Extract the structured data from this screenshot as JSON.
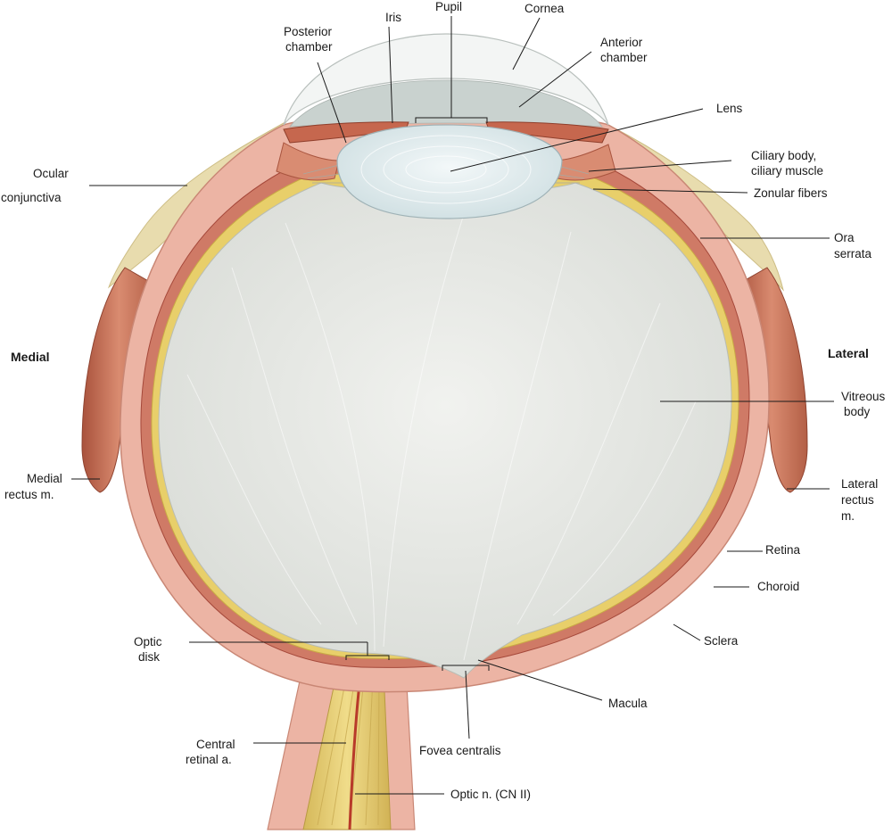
{
  "orientation": {
    "medial": "Medial",
    "lateral": "Lateral"
  },
  "labels": {
    "pupil": "Pupil",
    "iris": "Iris",
    "cornea": "Cornea",
    "posterior_chamber": [
      "Posterior",
      "chamber"
    ],
    "anterior_chamber": [
      "Anterior",
      "chamber"
    ],
    "lens": "Lens",
    "ciliary_body": [
      "Ciliary body,",
      "ciliary muscle"
    ],
    "zonular_fibers": "Zonular fibers",
    "ocular_conjunctiva": [
      "Ocular",
      "conjunctiva"
    ],
    "ora_serrata": [
      "Ora",
      "serrata"
    ],
    "vitreous_body": [
      "Vitreous",
      "body"
    ],
    "medial_rectus": [
      "Medial",
      "rectus m."
    ],
    "lateral_rectus": [
      "Lateral",
      "rectus",
      "m."
    ],
    "retina": "Retina",
    "choroid": "Choroid",
    "sclera": "Sclera",
    "optic_disk": [
      "Optic",
      "disk"
    ],
    "macula": "Macula",
    "fovea_centralis": "Fovea centralis",
    "central_retinal_a": [
      "Central",
      "retinal a."
    ],
    "optic_nerve": "Optic n. (CN II)"
  },
  "colors": {
    "sclera": "#ecb4a4",
    "sclera_edge": "#c98775",
    "choroid": "#c05a48",
    "retina": "#e8cf6a",
    "vitreous": "#e4e6e2",
    "lens": "#e2ecee",
    "cornea_fill": "#d7dedc",
    "muscle": "#c8755c",
    "conjunctiva": "#e6dcb4",
    "optic_nerve": "#e6cc74"
  }
}
